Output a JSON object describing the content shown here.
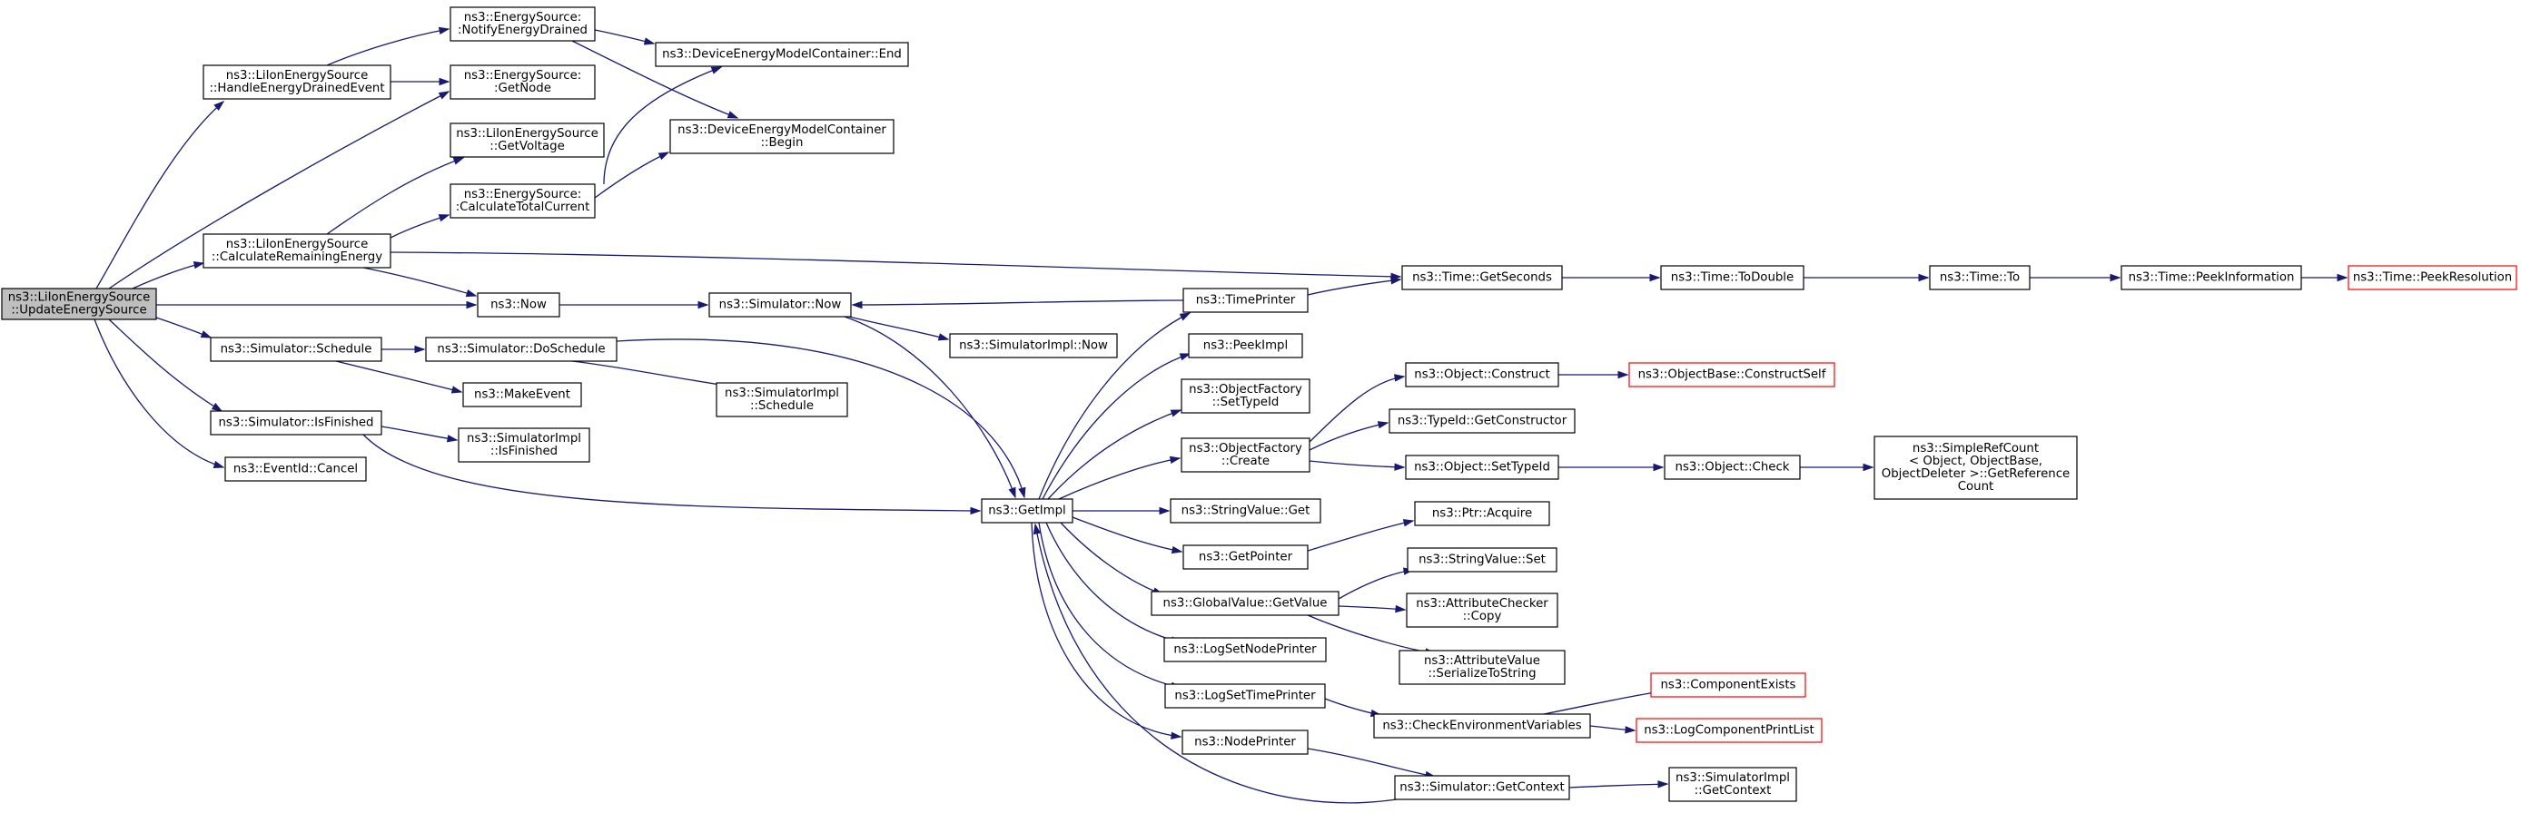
{
  "nodes": {
    "updEnergy": [
      "ns3::LiIonEnergySource",
      "::UpdateEnergySource"
    ],
    "handleDrained": [
      "ns3::LiIonEnergySource",
      "::HandleEnergyDrainedEvent"
    ],
    "calcRemaining": [
      "ns3::LiIonEnergySource",
      "::CalculateRemainingEnergy"
    ],
    "simSchedule": [
      "ns3::Simulator::Schedule"
    ],
    "simIsFinished": [
      "ns3::Simulator::IsFinished"
    ],
    "eventCancel": [
      "ns3::EventId::Cancel"
    ],
    "notifyDrained": [
      "ns3::EnergySource:",
      ":NotifyEnergyDrained"
    ],
    "getNode": [
      "ns3::EnergySource:",
      ":GetNode"
    ],
    "getVoltage": [
      "ns3::LiIonEnergySource",
      "::GetVoltage"
    ],
    "calcTotalCurrent": [
      "ns3::EnergySource:",
      ":CalculateTotalCurrent"
    ],
    "now": [
      "ns3::Now"
    ],
    "doSchedule": [
      "ns3::Simulator::DoSchedule"
    ],
    "makeEvent": [
      "ns3::MakeEvent"
    ],
    "implIsFinished": [
      "ns3::SimulatorImpl",
      "::IsFinished"
    ],
    "demcEnd": [
      "ns3::DeviceEnergyModelContainer::End"
    ],
    "demcBegin": [
      "ns3::DeviceEnergyModelContainer",
      "::Begin"
    ],
    "simNow": [
      "ns3::Simulator::Now"
    ],
    "implNow": [
      "ns3::SimulatorImpl::Now"
    ],
    "implSchedule": [
      "ns3::SimulatorImpl",
      "::Schedule"
    ],
    "getImpl": [
      "ns3::GetImpl"
    ],
    "timePrinter": [
      "ns3::TimePrinter"
    ],
    "peekImpl": [
      "ns3::PeekImpl"
    ],
    "ofSetTypeId": [
      "ns3::ObjectFactory",
      "::SetTypeId"
    ],
    "ofCreate": [
      "ns3::ObjectFactory",
      "::Create"
    ],
    "svGet": [
      "ns3::StringValue::Get"
    ],
    "getPointer": [
      "ns3::GetPointer"
    ],
    "gvGetValue": [
      "ns3::GlobalValue::GetValue"
    ],
    "logSetNodePrinter": [
      "ns3::LogSetNodePrinter"
    ],
    "logSetTimePrinter": [
      "ns3::LogSetTimePrinter"
    ],
    "nodePrinter": [
      "ns3::NodePrinter"
    ],
    "getSeconds": [
      "ns3::Time::GetSeconds"
    ],
    "objConstruct": [
      "ns3::Object::Construct"
    ],
    "getConstructor": [
      "ns3::TypeId::GetConstructor"
    ],
    "objSetTypeId": [
      "ns3::Object::SetTypeId"
    ],
    "ptrAcquire": [
      "ns3::Ptr::Acquire"
    ],
    "svSet": [
      "ns3::StringValue::Set"
    ],
    "acCopy": [
      "ns3::AttributeChecker",
      "::Copy"
    ],
    "avSerialize": [
      "ns3::AttributeValue",
      "::SerializeToString"
    ],
    "checkEnv": [
      "ns3::CheckEnvironmentVariables"
    ],
    "simGetContext": [
      "ns3::Simulator::GetContext"
    ],
    "toDouble": [
      "ns3::Time::ToDouble"
    ],
    "baseConstructSelf": [
      "ns3::ObjectBase::ConstructSelf"
    ],
    "objCheck": [
      "ns3::Object::Check"
    ],
    "componentExists": [
      "ns3::ComponentExists"
    ],
    "logComponentPrintList": [
      "ns3::LogComponentPrintList"
    ],
    "implGetContext": [
      "ns3::SimulatorImpl",
      "::GetContext"
    ],
    "timeTo": [
      "ns3::Time::To"
    ],
    "simpleRefCount": [
      "ns3::SimpleRefCount",
      "< Object, ObjectBase,",
      " ObjectDeleter >::GetReference",
      "Count"
    ],
    "peekInfo": [
      "ns3::Time::PeekInformation"
    ],
    "peekResolution": [
      "ns3::Time::PeekResolution"
    ]
  }
}
